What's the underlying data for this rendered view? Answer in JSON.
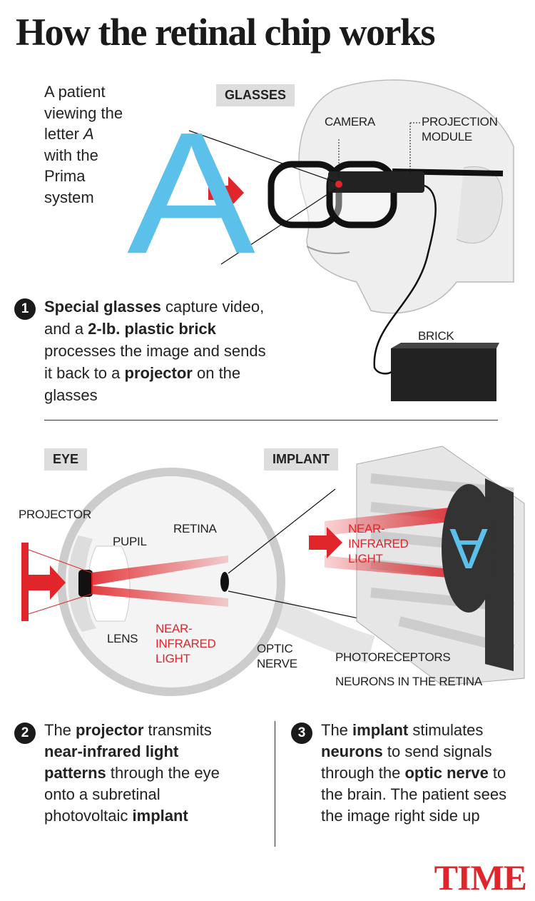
{
  "title": "How the retinal chip works",
  "intro": {
    "line1": "A patient",
    "line2": "viewing the",
    "line3_pre": "letter ",
    "line3_em": "A",
    "line4": "with the",
    "line5": "Prima",
    "line6": "system"
  },
  "labels": {
    "glasses": "GLASSES",
    "eye": "EYE",
    "implant": "IMPLANT"
  },
  "glasses_callouts": {
    "camera": "CAMERA",
    "projection1": "PROJECTION",
    "projection2": "MODULE",
    "brick": "BRICK"
  },
  "big_letter": "A",
  "step1": {
    "num": "1",
    "b1": "Special glasses",
    "t1": " capture video, and a ",
    "b2": "2-lb. plastic brick",
    "t2": " processes the image and sends it back to a ",
    "b3": "projector",
    "t3": " on the glasses"
  },
  "eye_callouts": {
    "projector": "PROJECTOR",
    "pupil": "PUPIL",
    "retina": "RETINA",
    "lens": "LENS",
    "nir1": "NEAR-",
    "nir2": "INFRARED",
    "nir3": "LIGHT",
    "optic1": "OPTIC",
    "optic2": "NERVE"
  },
  "implant_callouts": {
    "nir1": "NEAR-",
    "nir2": "INFRARED",
    "nir3": "LIGHT",
    "photoreceptors": "PHOTORECEPTORS",
    "neurons": "NEURONS IN THE RETINA"
  },
  "step2": {
    "num": "2",
    "t1": "The ",
    "b1": "projector",
    "t2": " transmits ",
    "b2": "near-infrared light patterns",
    "t3": " through the eye onto a subretinal photovoltaic ",
    "b3": "implant"
  },
  "step3": {
    "num": "3",
    "t1": "The ",
    "b1": "implant",
    "t2": " stimulates ",
    "b2": "neurons",
    "t3": " to send signals through the ",
    "b3": "optic nerve",
    "t4": " to the brain. The patient sees the image right side up"
  },
  "logo": "TIME",
  "colors": {
    "accent_red": "#e0262b",
    "letter_blue": "#5bc0ea",
    "label_bg": "#dddddd"
  }
}
